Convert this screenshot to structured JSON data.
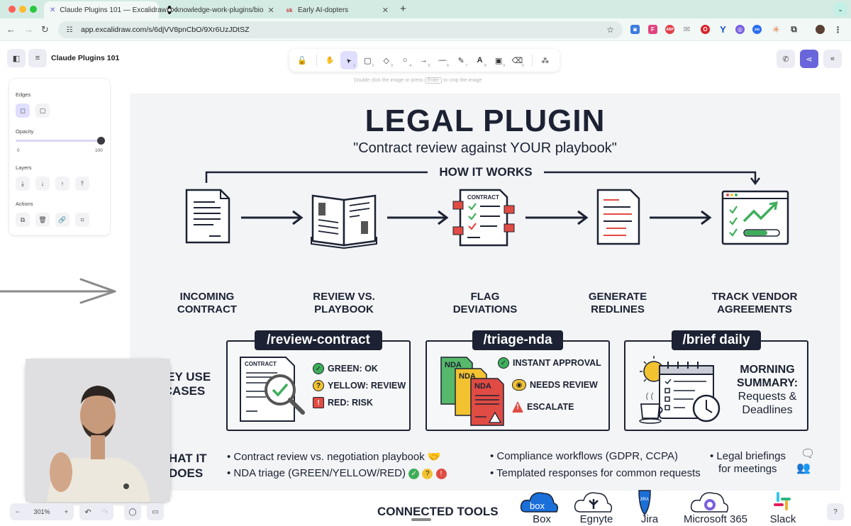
{
  "browser": {
    "tabs": [
      {
        "title": "Claude Plugins 101 — Excalidraw",
        "icon": "excalidraw-icon",
        "active": true
      },
      {
        "title": "knowledge-work-plugins/bio",
        "icon": "github-icon",
        "active": false
      },
      {
        "title": "Early AI-dopters",
        "icon": "sk-icon",
        "active": false
      }
    ],
    "new_tab_label": "+",
    "url": "app.excalidraw.com/s/6djVV8pnCbO/9Xr6UzJDtSZ"
  },
  "app": {
    "document_title": "Claude Plugins 101",
    "toolbar": {
      "tools": [
        {
          "name": "lock",
          "glyph": "🔓",
          "key": ""
        },
        {
          "name": "hand",
          "glyph": "✋",
          "key": ""
        },
        {
          "name": "selection",
          "glyph": "➤",
          "key": "1"
        },
        {
          "name": "rectangle",
          "glyph": "▢",
          "key": "2"
        },
        {
          "name": "diamond",
          "glyph": "◇",
          "key": "3"
        },
        {
          "name": "ellipse",
          "glyph": "○",
          "key": "4"
        },
        {
          "name": "arrow",
          "glyph": "→",
          "key": "5"
        },
        {
          "name": "line",
          "glyph": "—",
          "key": "6"
        },
        {
          "name": "draw",
          "glyph": "✎",
          "key": "7"
        },
        {
          "name": "text",
          "glyph": "A",
          "key": "8"
        },
        {
          "name": "image",
          "glyph": "▣",
          "key": "9"
        },
        {
          "name": "eraser",
          "glyph": "⌫",
          "key": "0"
        },
        {
          "name": "extra-tools",
          "glyph": "⁂",
          "key": ""
        }
      ],
      "selected": "selection"
    },
    "hint": {
      "before": "Double click the image or press",
      "key": "Enter",
      "after": "to crop the image"
    },
    "properties": {
      "edges_label": "Edges",
      "opacity_label": "Opacity",
      "opacity_value": 100,
      "opacity_min": "0",
      "opacity_max": "100",
      "layers_label": "Layers",
      "actions_label": "Actions"
    },
    "zoom_label": "301%",
    "zoom_out": "−",
    "zoom_in": "+"
  },
  "infographic": {
    "title": "LEGAL PLUGIN",
    "subtitle": "\"Contract review against YOUR playbook\"",
    "how_it_works": "HOW IT WORKS",
    "steps": [
      {
        "line1": "INCOMING",
        "line2": "CONTRACT"
      },
      {
        "line1": "REVIEW VS.",
        "line2": "PLAYBOOK"
      },
      {
        "line1": "FLAG",
        "line2": "DEVIATIONS"
      },
      {
        "line1": "GENERATE",
        "line2": "REDLINES"
      },
      {
        "line1": "TRACK VENDOR",
        "line2": "AGREEMENTS"
      }
    ],
    "key_use_cases": {
      "line1": "KEY USE",
      "line2": "CASES"
    },
    "commands": [
      {
        "tag": "/review-contract",
        "doc_label": "CONTRACT",
        "items": [
          "GREEN: OK",
          "YELLOW: REVIEW",
          "RED: RISK"
        ]
      },
      {
        "tag": "/triage-nda",
        "doc_label": "NDA",
        "items": [
          "INSTANT APPROVAL",
          "NEEDS REVIEW",
          "ESCALATE"
        ]
      },
      {
        "tag": "/brief daily",
        "summary": {
          "line1": "MORNING",
          "line2": "SUMMARY:",
          "line3": "Requests &",
          "line4": "Deadlines"
        }
      }
    ],
    "what_it_does": {
      "line1": "HAT IT",
      "line2": "DOES"
    },
    "bullets": [
      "• Contract review vs. negotiation playbook",
      "• NDA triage (GREEN/YELLOW/RED)",
      "• Compliance workflows (GDPR, CCPA)",
      "• Templated responses for common requests",
      "• Legal briefings",
      "for meetings"
    ],
    "connected_tools_label": "CONNECTED TOOLS",
    "tools": [
      "Box",
      "Egnyte",
      "Jira",
      "Microsoft 365",
      "Slack"
    ],
    "tool_logo_text": {
      "box": "box",
      "jira": "JIRA"
    }
  },
  "colors": {
    "accent": "#6965db",
    "accent_light": "#e0dfff",
    "ink": "#1c2233",
    "green": "#3fae5a",
    "yellow": "#f2c230",
    "red": "#e04b43",
    "box_blue": "#1a6fd8",
    "tab_bar": "#d4ebe4"
  }
}
